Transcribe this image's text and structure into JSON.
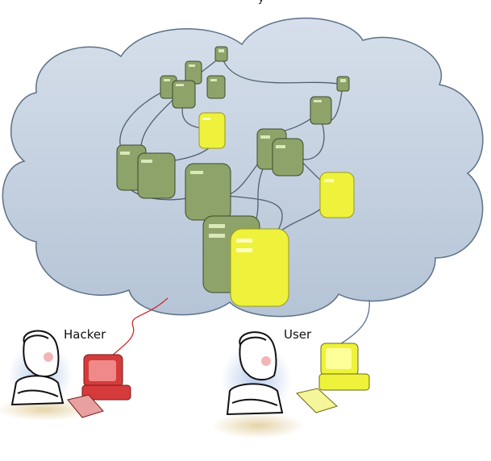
{
  "labels": {
    "hacker": "Hacker",
    "user": "User",
    "top_fragment": "y"
  },
  "colors": {
    "cloud_fill": "#c3cfde",
    "cloud_stroke": "#5d7188",
    "server_green": "#8ea36a",
    "server_green_dark": "#5f7447",
    "server_yellow": "#eef23a",
    "server_yellow_dark": "#b7b822",
    "hacker_computer": "#d53b3b",
    "user_computer": "#eef23a",
    "hacker_link": "#cc2a2a",
    "user_link": "#5d7188"
  },
  "icons": [
    "cloud-network",
    "server-tower",
    "hub",
    "person-icon",
    "desktop-computer-icon",
    "keyboard-icon"
  ]
}
